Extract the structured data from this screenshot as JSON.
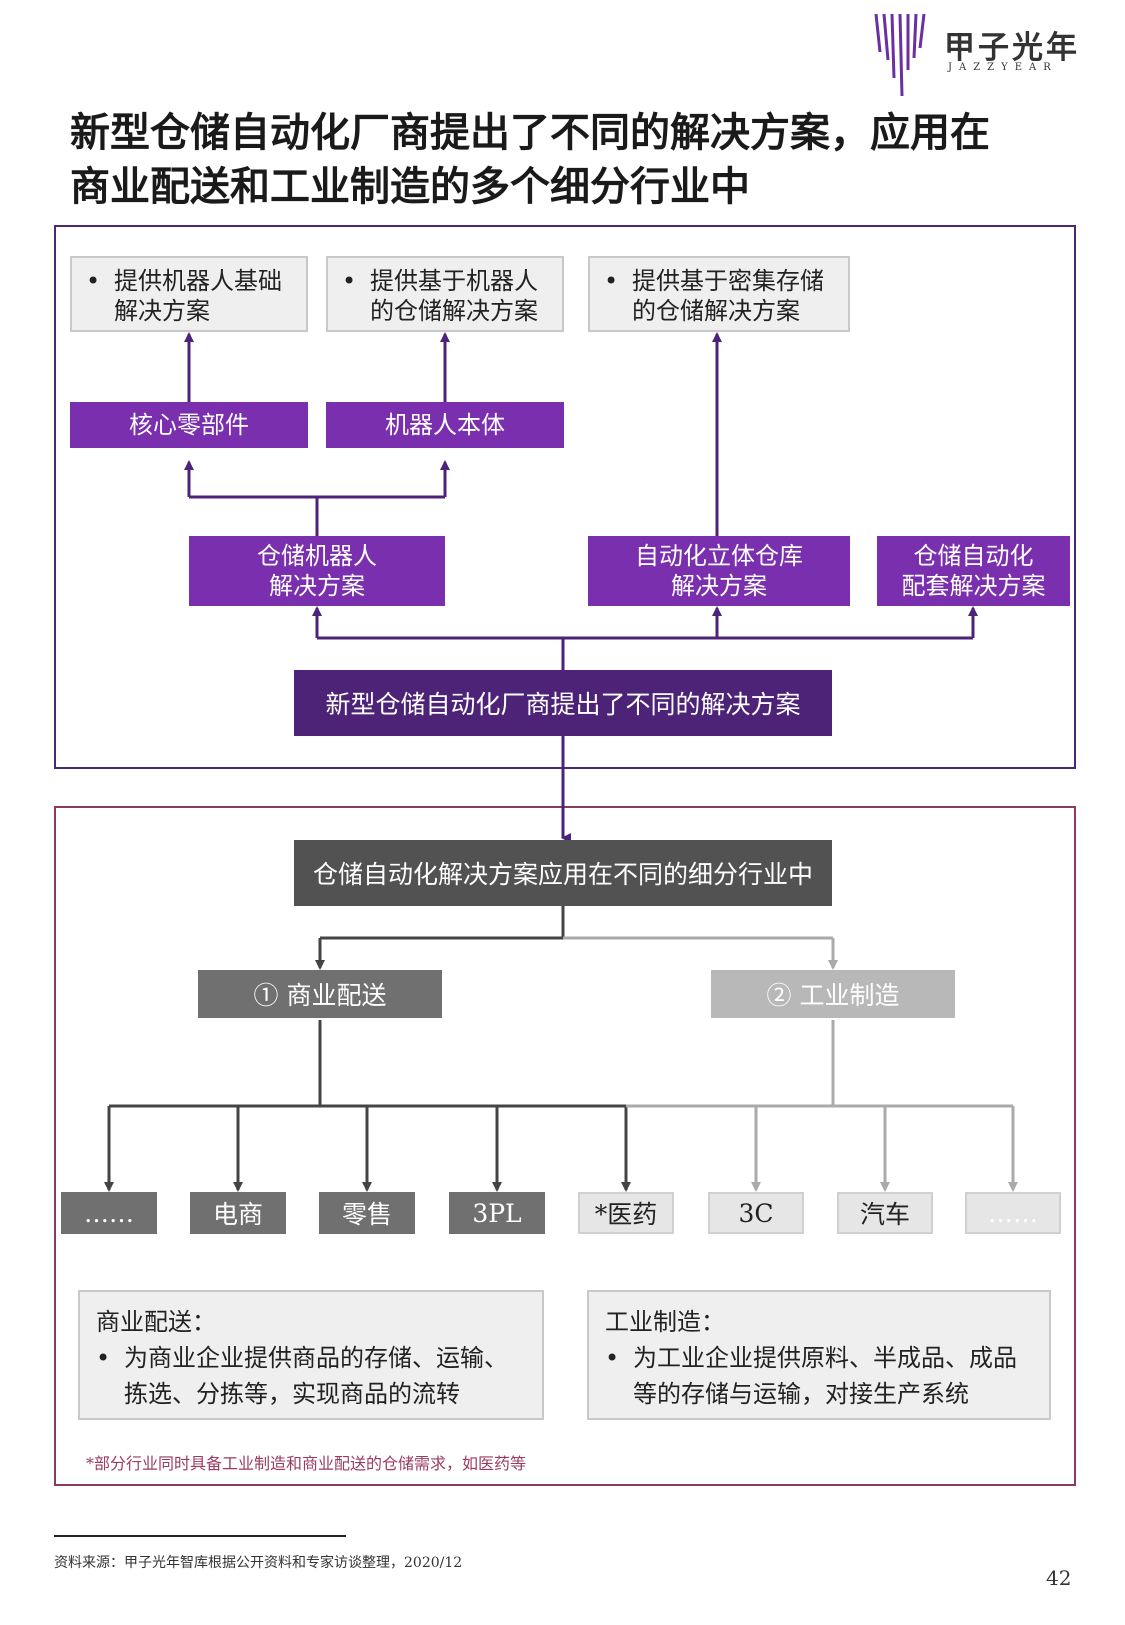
{
  "logo": {
    "text": "甲子光年",
    "subtext": "JAZZYEAR"
  },
  "title": {
    "line1": "新型仓储自动化厂商提出了不同的解决方案，应用在",
    "line2": "商业配送和工业制造的多个细分行业中"
  },
  "top_section": {
    "offerings": [
      "提供机器人基础解决方案",
      "提供基于机器人的仓储解决方案",
      "提供基于密集存储的仓储解决方案"
    ],
    "offering_lines": [
      [
        "提供机器人基础",
        "解决方案"
      ],
      [
        "提供基于机器人",
        "的仓储解决方案"
      ],
      [
        "提供基于密集存储",
        "的仓储解决方案"
      ]
    ],
    "components": [
      "核心零部件",
      "机器人本体"
    ],
    "solutions": [
      [
        "仓储机器人",
        "解决方案"
      ],
      [
        "自动化立体仓库",
        "解决方案"
      ],
      [
        "仓储自动化",
        "配套解决方案"
      ]
    ],
    "root": "新型仓储自动化厂商提出了不同的解决方案"
  },
  "bottom_section": {
    "root": "仓储自动化解决方案应用在不同的细分行业中",
    "branches": [
      "① 商业配送",
      "② 工业制造"
    ],
    "industries": [
      "……",
      "电商",
      "零售",
      "3PL",
      "*医药",
      "3C",
      "汽车",
      "……"
    ],
    "commercial": {
      "heading": "商业配送：",
      "lines": [
        "为商业企业提供商品的存储、运输、",
        "拣选、分拣等，实现商品的流转"
      ]
    },
    "industrial": {
      "heading": "工业制造：",
      "lines": [
        "为工业企业提供原料、半成品、成品",
        "等的存储与运输，对接生产系统"
      ]
    },
    "note": "*部分行业同时具备工业制造和商业配送的仓储需求，如医药等"
  },
  "footer": {
    "source": "资料来源：甲子光年智库根据公开资料和专家访谈整理，2020/12",
    "page": "42"
  },
  "colors": {
    "purple": "#7a2fae",
    "dark_purple": "#4d2378",
    "frame_top": "#4a2a6e",
    "frame_bottom": "#8c3a5e",
    "note": "#9b3b63"
  }
}
